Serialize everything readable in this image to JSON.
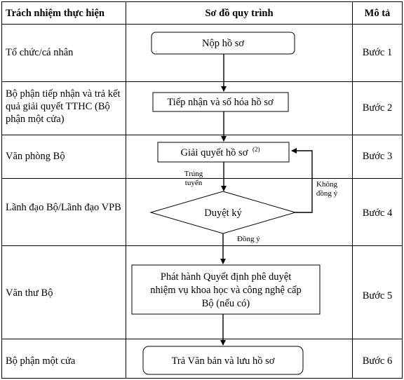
{
  "headers": {
    "responsibility": "Trách nhiệm thực hiện",
    "flow": "Sơ đồ quy trình",
    "description": "Mô tả"
  },
  "rows": [
    {
      "role": "Tổ chức/cá nhân",
      "step": "Bước 1"
    },
    {
      "role": "Bộ phận tiếp nhận và trả kết quả giải quyết TTHC (Bộ phận một cửa)",
      "step": "Bước 2"
    },
    {
      "role": "Văn phòng Bộ",
      "step": "Bước 3"
    },
    {
      "role": "Lãnh đạo Bộ/Lãnh đạo VPB",
      "step": "Bước 4"
    },
    {
      "role": "Văn thư Bộ",
      "step": "Bước 5"
    },
    {
      "role": "Bộ phận một cửa",
      "step": "Bước 6"
    }
  ],
  "flow": {
    "submit": "Nộp hồ sơ",
    "receive": "Tiếp nhận và số hóa hồ sơ",
    "process": "Giải quyết hồ sơ",
    "process_note": "(2)",
    "approve": "Duyệt ký",
    "issue_line1": "Phát hành Quyết định phê duyệt",
    "issue_line2": "nhiệm vụ khoa học và công nghệ cấp",
    "issue_line3": "Bộ (nếu có)",
    "return": "Trả Văn bản và lưu hồ sơ",
    "label_selected_1": "Trúng",
    "label_selected_2": "tuyển",
    "label_disagree_1": "Không",
    "label_disagree_2": "đồng ý",
    "label_agree": "Đồng ý"
  }
}
